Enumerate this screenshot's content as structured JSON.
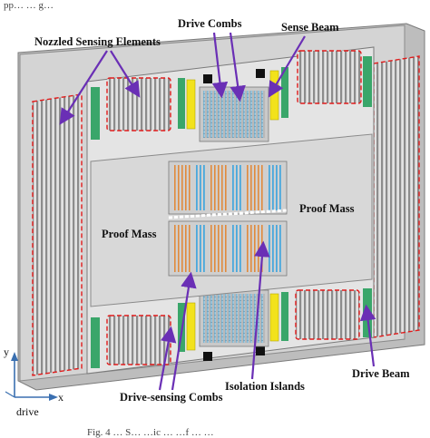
{
  "top_fragment": "pp… … g…",
  "labels": {
    "nozzled_sensing_elements": "Nozzled Sensing Elements",
    "drive_combs": "Drive Combs",
    "sense_beam": "Sense Beam",
    "proof_mass_left": "Proof Mass",
    "proof_mass_right": "Proof Mass",
    "drive_beam": "Drive Beam",
    "drive_sensing_combs": "Drive-sensing Combs",
    "isolation_islands": "Isolation Islands"
  },
  "axes": {
    "y": "y",
    "x": "x",
    "drive": "drive"
  },
  "caption_fragment": "Fig. 4 … S… …ic … …f … …",
  "colors": {
    "substrate": "#cfcfcf",
    "plate": "#d8d8d8",
    "edge": "#8a8a8a",
    "comb_blue": "#4aa8dc",
    "comb_orange": "#e08a3c",
    "beam_yellow": "#f2e21c",
    "beam_green": "#3aa66a",
    "dash_red": "#e11b1b",
    "arrow_purple": "#6a2fb5",
    "anchor_black": "#111111"
  }
}
